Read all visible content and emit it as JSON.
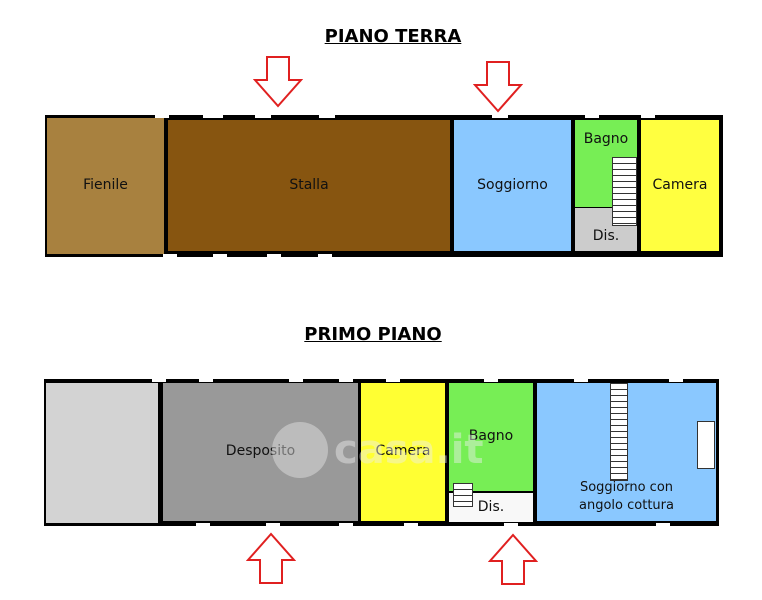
{
  "floors": [
    {
      "title": "PIANO TERRA",
      "rooms": {
        "fienile": "Fienile",
        "stalla": "Stalla",
        "soggiorno": "Soggiorno",
        "bagno": "Bagno",
        "dis": "Dis.",
        "camera": "Camera"
      }
    },
    {
      "title": "PRIMO PIANO",
      "rooms": {
        "deposito": "Desposito",
        "camera": "Camera",
        "bagno": "Bagno",
        "dis": "Dis.",
        "soggiorno": "Soggiorno con angolo cottura"
      }
    }
  ],
  "watermark": "casa.it",
  "colors": {
    "fienile": "#A8813F",
    "stalla": "#875510",
    "soggiorno": "#8AC8FF",
    "bagno": "#77EE55",
    "dis_pt": "#CCCCCC",
    "camera": "#FFFF40",
    "porch": "#D3D3D3",
    "deposito": "#999999",
    "dis_pp": "#F8F8F8",
    "arrow": "#E02020"
  }
}
